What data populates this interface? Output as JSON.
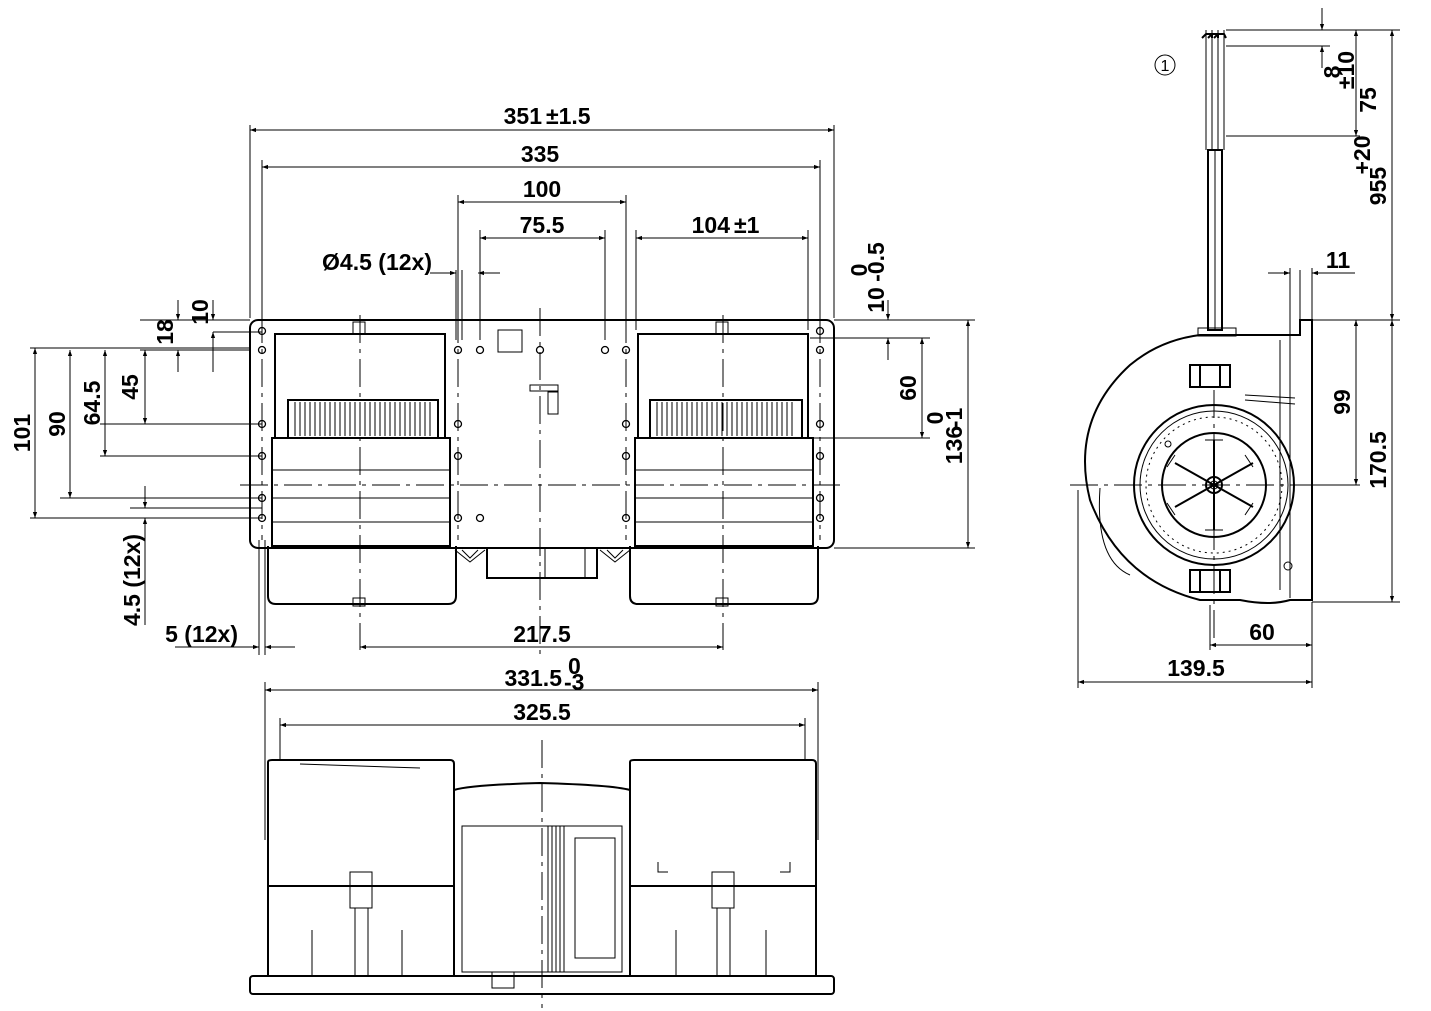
{
  "front_view": {
    "overall_width": "351",
    "overall_width_tol": "±1.5",
    "hole_span": "335",
    "center_spacing": "100",
    "inner_spacing": "75.5",
    "blower_width": "104",
    "blower_width_tol": "±1",
    "hole_diameter": "Ø4.5 (12x)",
    "top_offset": "10",
    "top_offset_right": "10",
    "top_offset_right_tol_upper": "0",
    "top_offset_right_tol_lower": "-0.5",
    "v18": "18",
    "v45": "45",
    "v64_5": "64.5",
    "v90": "90",
    "v101": "101",
    "v60": "60",
    "height": "136",
    "height_tol_upper": "0",
    "height_tol_lower": "-1",
    "slot_height": "4.5 (12x)",
    "slot_width": "5 (12x)",
    "outlet_spacing": "217.5"
  },
  "bottom_view": {
    "width": "331.5",
    "width_tol_upper": "0",
    "width_tol_lower": "-3",
    "inner_width": "325.5"
  },
  "side_view": {
    "callout": "1",
    "lead_strip": "8",
    "lead_length": "75",
    "lead_length_tol": "±10",
    "cable_length": "955",
    "cable_length_tol": "+20",
    "flange_thickness": "11",
    "v99": "99",
    "v170_5": "170.5",
    "v60": "60",
    "depth": "139.5"
  }
}
